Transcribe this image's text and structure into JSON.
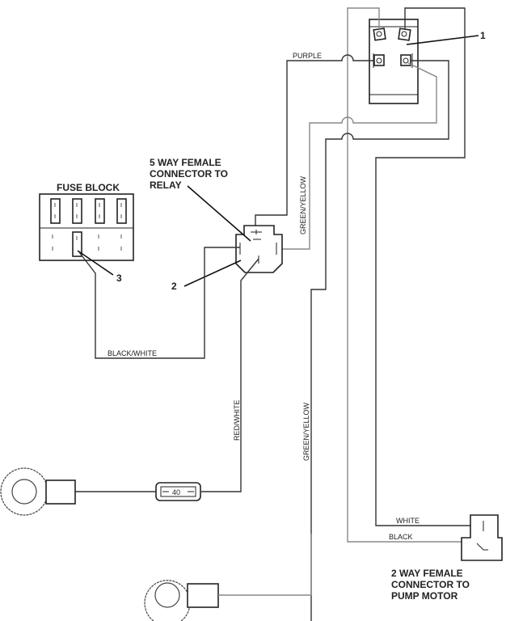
{
  "diagram": {
    "components": {
      "fuse_block": {
        "label": "FUSE BLOCK",
        "callout": "3"
      },
      "relay": {
        "callout": "1"
      },
      "connector_5way": {
        "label_lines": [
          "5 WAY FEMALE",
          "CONNECTOR TO",
          "RELAY"
        ],
        "callout": "2"
      },
      "connector_2way": {
        "label_lines": [
          "2 WAY FEMALE",
          "CONNECTOR TO",
          "PUMP MOTOR"
        ]
      },
      "inline_fuse": {
        "rating": "40"
      }
    },
    "wires": {
      "purple": "PURPLE",
      "green_yellow_top": "GREEN/YELLOW",
      "green_yellow_bottom": "GREEN/YELLOW",
      "black_white": "BLACK/WHITE",
      "red_white": "RED/WHITE",
      "white": "WHITE",
      "black": "BLACK"
    }
  }
}
